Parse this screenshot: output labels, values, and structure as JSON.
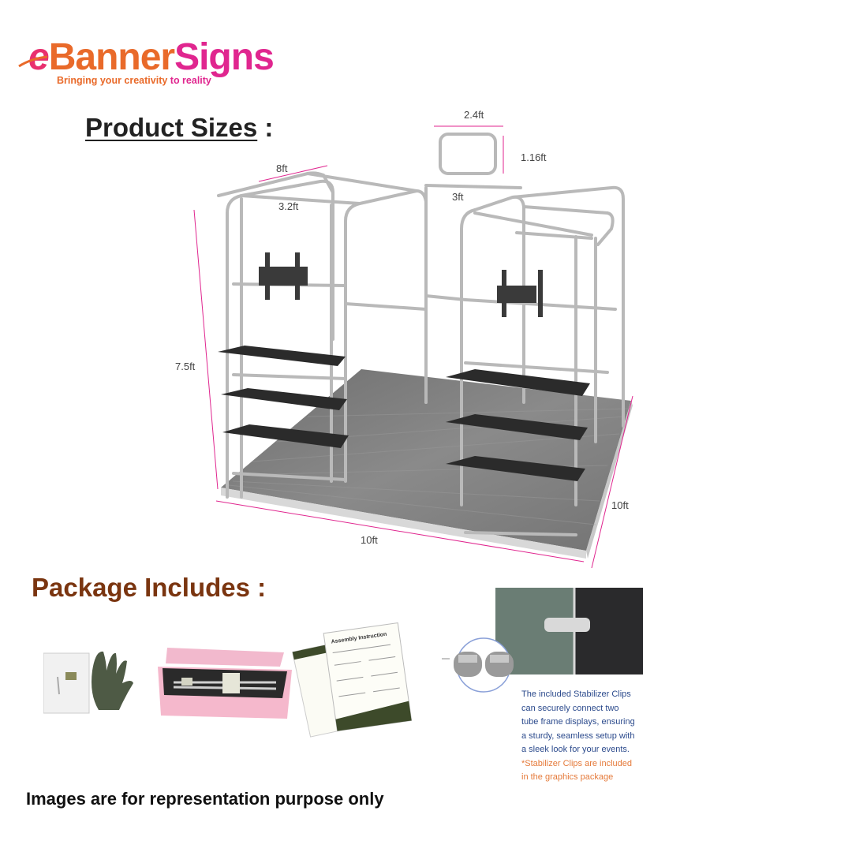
{
  "logo": {
    "e": "e",
    "banner": "Banner",
    "signs": "Signs",
    "tagline_a": "Bringing your creativity",
    "tagline_b": " to reality"
  },
  "headings": {
    "sizes": "Product Sizes",
    "sizes_suffix": " :",
    "package": "Package Includes :"
  },
  "dimensions": {
    "top_frame_width": "2.4ft",
    "top_frame_height": "1.16ft",
    "depth_8": "8ft",
    "depth_3_2": "3.2ft",
    "gap_3": "3ft",
    "height": "7.5ft",
    "floor_width": "10ft",
    "floor_depth": "10ft"
  },
  "clip_info": {
    "line1": "The included Stabilizer Clips",
    "line2": "can securely connect two",
    "line3": "tube frame displays, ensuring",
    "line4": "a sturdy, seamless setup with",
    "line5": "a sleek look for your events.",
    "note1": "*Stabilizer Clips are included",
    "note2": "in the graphics package"
  },
  "manual": {
    "title": "Assembly Instruction"
  },
  "disclaimer": "Images are for representation purpose only",
  "colors": {
    "logo_orange": "#e96a2a",
    "logo_pink": "#e0268f",
    "package_heading": "#7a3510",
    "dimension_line": "#e0268f",
    "clip_text": "#2b4a8c",
    "clip_note": "#e57a3a"
  }
}
